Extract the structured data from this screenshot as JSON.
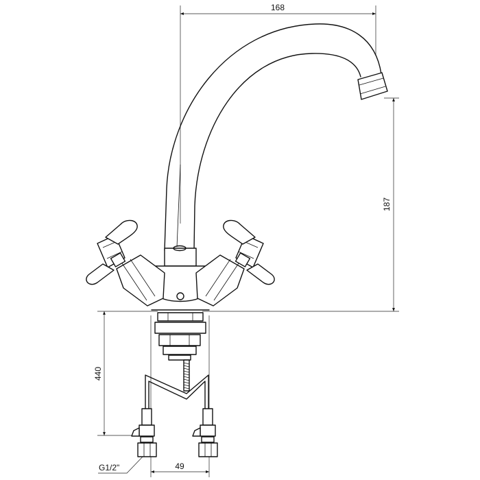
{
  "dimensions": {
    "spout_reach": "168",
    "spout_height": "187",
    "total_length": "440",
    "center_distance": "49",
    "thread": "G1/2\""
  }
}
